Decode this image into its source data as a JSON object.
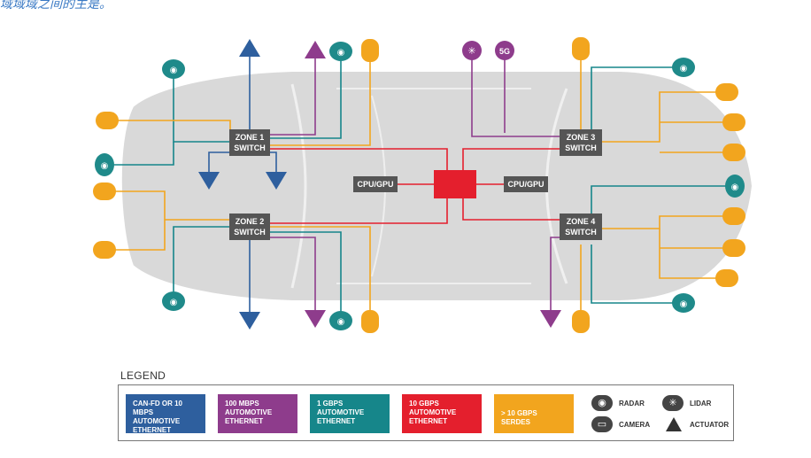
{
  "caption": "域域域之间的主是。",
  "nodes": {
    "zone1": {
      "line1": "ZONE 1",
      "line2": "SWITCH"
    },
    "zone2": {
      "line1": "ZONE 2",
      "line2": "SWITCH"
    },
    "zone3": {
      "line1": "ZONE 3",
      "line2": "SWITCH"
    },
    "zone4": {
      "line1": "ZONE 4",
      "line2": "SWITCH"
    },
    "cpu_left": "CPU/GPU",
    "cpu_right": "CPU/GPU"
  },
  "colors": {
    "can": "#2e5f9e",
    "mbps100": "#8e3c8c",
    "gbps1": "#16868a",
    "gbps10": "#e41f2d",
    "serdes": "#f2a51e",
    "switch": "#555555",
    "radar": "#1f8a8a",
    "lidar": "#8e3c8c"
  },
  "badge_5g": "5G",
  "legend": {
    "title": "LEGEND",
    "swatches": [
      {
        "label": "CAN-FD OR 10 MBPS AUTOMOTIVE ETHERNET"
      },
      {
        "label": "100 MBPS AUTOMOTIVE ETHERNET"
      },
      {
        "label": "1 GBPS AUTOMOTIVE ETHERNET"
      },
      {
        "label": "10 GBPS AUTOMOTIVE ETHERNET"
      },
      {
        "label": "> 10 GBPS SERDES"
      }
    ],
    "icons": {
      "radar": "RADAR",
      "lidar": "LIDAR",
      "camera": "CAMERA",
      "actuator": "ACTUATOR"
    }
  }
}
